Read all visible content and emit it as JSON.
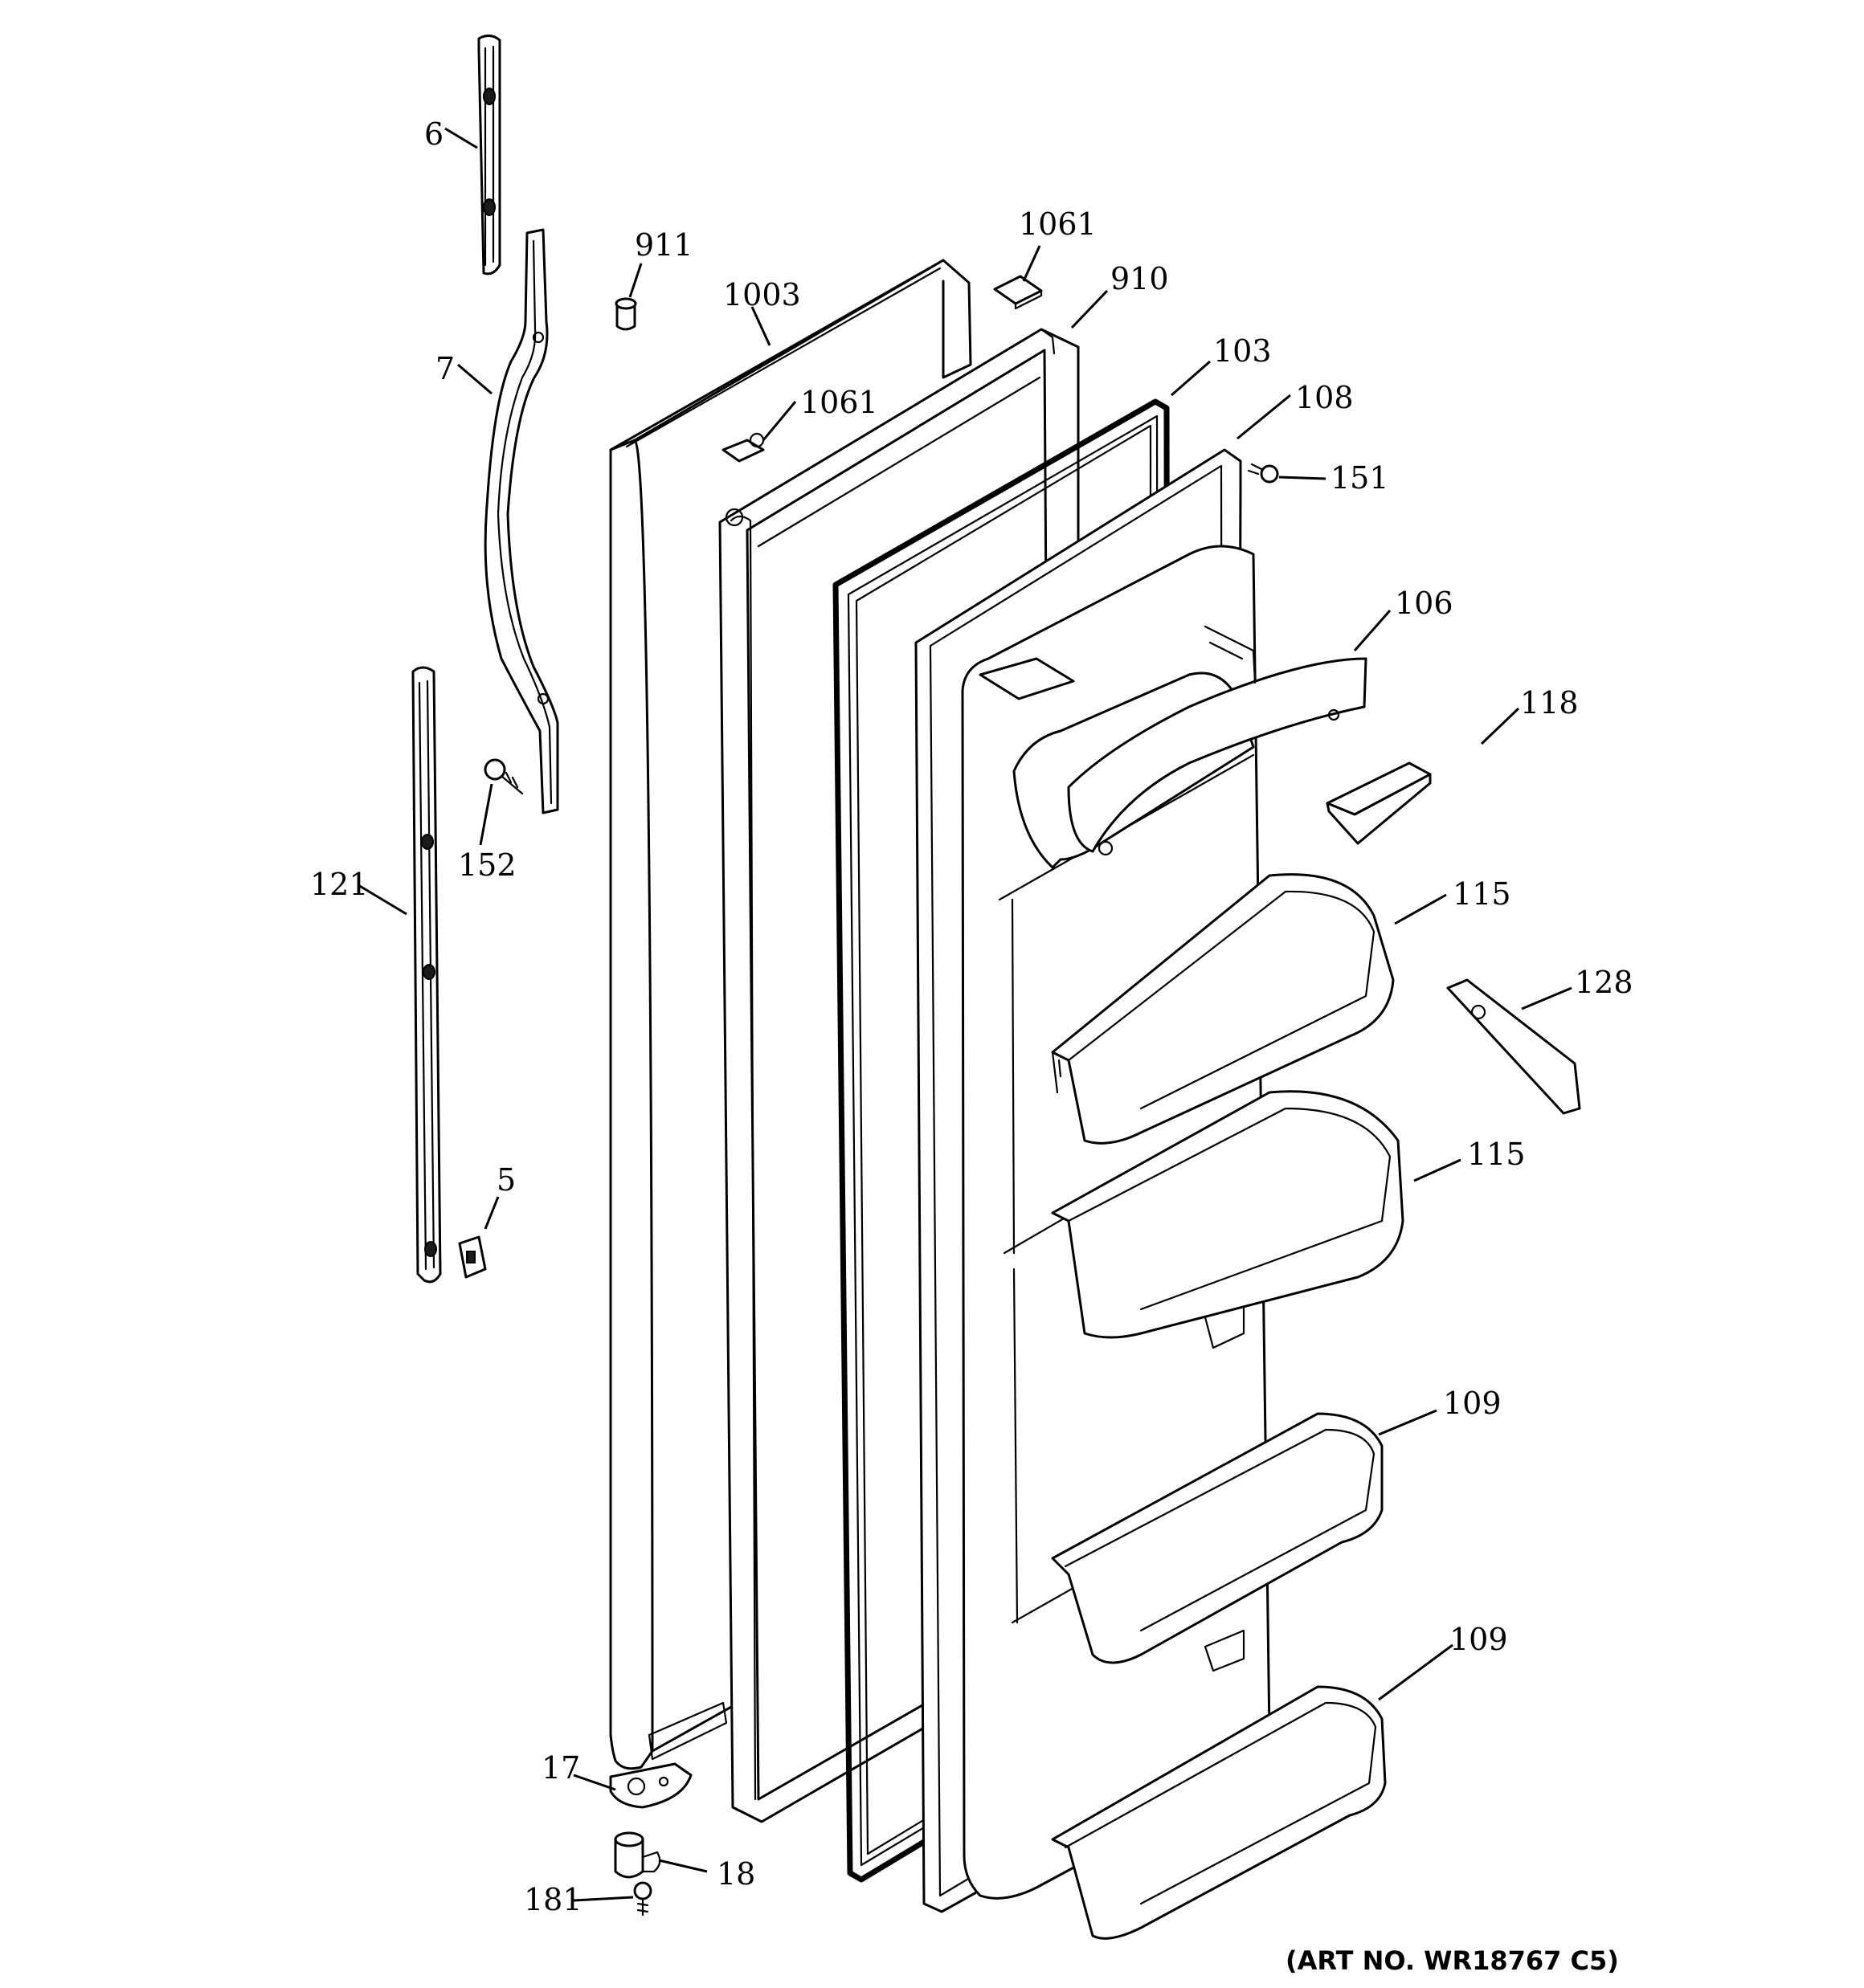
{
  "callouts": [
    {
      "id": "6",
      "label": "6"
    },
    {
      "id": "7",
      "label": "7"
    },
    {
      "id": "121",
      "label": "121"
    },
    {
      "id": "152",
      "label": "152"
    },
    {
      "id": "5",
      "label": "5"
    },
    {
      "id": "911",
      "label": "911"
    },
    {
      "id": "1003",
      "label": "1003"
    },
    {
      "id": "1061a",
      "label": "1061"
    },
    {
      "id": "1061b",
      "label": "1061"
    },
    {
      "id": "910",
      "label": "910"
    },
    {
      "id": "103",
      "label": "103"
    },
    {
      "id": "108",
      "label": "108"
    },
    {
      "id": "151",
      "label": "151"
    },
    {
      "id": "106",
      "label": "106"
    },
    {
      "id": "118",
      "label": "118"
    },
    {
      "id": "115a",
      "label": "115"
    },
    {
      "id": "128",
      "label": "128"
    },
    {
      "id": "115b",
      "label": "115"
    },
    {
      "id": "109a",
      "label": "109"
    },
    {
      "id": "109b",
      "label": "109"
    },
    {
      "id": "17",
      "label": "17"
    },
    {
      "id": "18",
      "label": "18"
    },
    {
      "id": "181",
      "label": "181"
    }
  ],
  "art_number": "(ART NO. WR18767 C5)"
}
